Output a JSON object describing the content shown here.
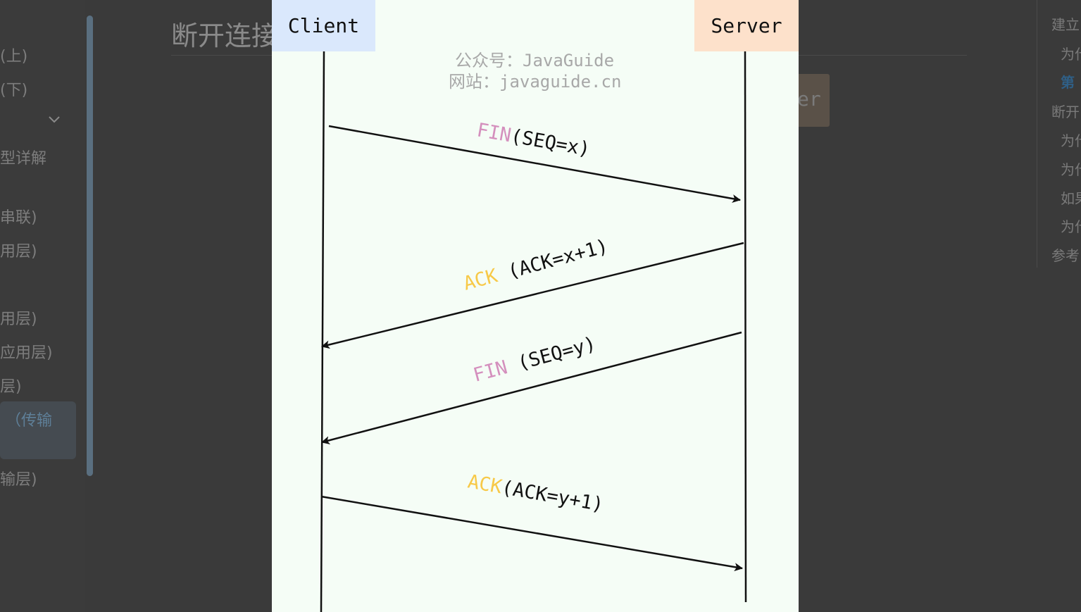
{
  "sidebar": {
    "items": [
      {
        "label": "(上)"
      },
      {
        "label": "(下)"
      },
      {
        "label": "型详解"
      },
      {
        "label": "串联)"
      },
      {
        "label": "用层)"
      },
      {
        "label": "用层)"
      },
      {
        "label": "应用层)"
      },
      {
        "label": "层)"
      },
      {
        "label": "（传输"
      },
      {
        "label": "输层)"
      }
    ]
  },
  "page": {
    "title": "断开连接",
    "peek_text": "er"
  },
  "toc": {
    "items": [
      {
        "label": "建立"
      },
      {
        "label": "为什"
      },
      {
        "label": "第"
      },
      {
        "label": "断开"
      },
      {
        "label": "为什"
      },
      {
        "label": "为什"
      },
      {
        "label": "如果"
      },
      {
        "label": "为什"
      },
      {
        "label": "参考"
      }
    ]
  },
  "diagram": {
    "client_label": "Client",
    "server_label": "Server",
    "watermark_line1": "公众号：JavaGuide",
    "watermark_line2": "网站：javaguide.cn",
    "messages": [
      {
        "flag": "FIN",
        "detail": "(SEQ=x)",
        "flag_color": "#d48fbd",
        "direction": "client-to-server"
      },
      {
        "flag": "ACK",
        "detail": " (ACK=x+1)",
        "flag_color": "#f7c948",
        "direction": "server-to-client"
      },
      {
        "flag": "FIN",
        "detail": " (SEQ=y)",
        "flag_color": "#d48fbd",
        "direction": "server-to-client"
      },
      {
        "flag": "ACK",
        "detail": "(ACK=y+1)",
        "flag_color": "#f7c948",
        "direction": "client-to-server"
      }
    ]
  }
}
